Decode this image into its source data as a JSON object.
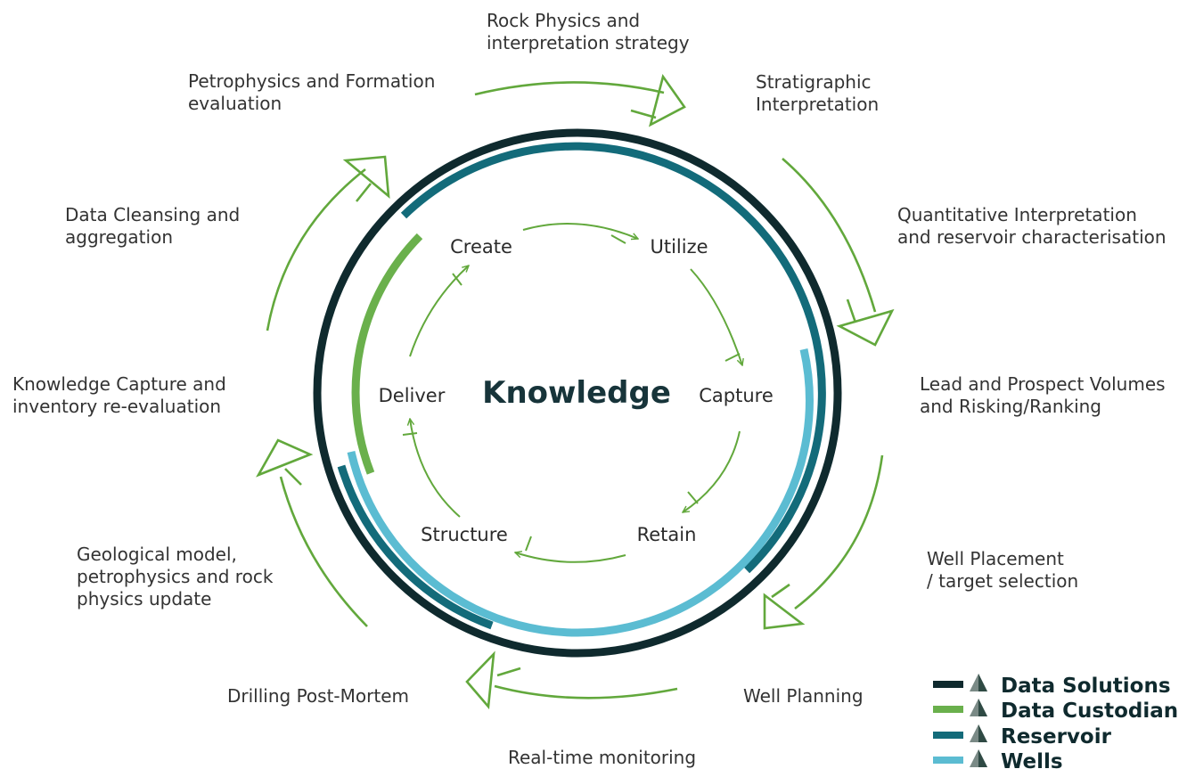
{
  "center_title": "Knowledge",
  "inner_cycle": [
    "Create",
    "Utilize",
    "Capture",
    "Retain",
    "Structure",
    "Deliver"
  ],
  "outer_stages": [
    {
      "id": "petrophysics",
      "lines": [
        "Petrophysics and Formation",
        "evaluation"
      ]
    },
    {
      "id": "rock-physics",
      "lines": [
        "Rock Physics and",
        "interpretation strategy"
      ]
    },
    {
      "id": "stratigraphic",
      "lines": [
        "Stratigraphic",
        "Interpretation"
      ]
    },
    {
      "id": "quantitative",
      "lines": [
        "Quantitative Interpretation",
        "and reservoir characterisation"
      ]
    },
    {
      "id": "lead-prospect",
      "lines": [
        "Lead and Prospect Volumes",
        "and Risking/Ranking"
      ]
    },
    {
      "id": "well-placement",
      "lines": [
        "Well Placement",
        "/ target selection"
      ]
    },
    {
      "id": "well-planning",
      "lines": [
        "Well Planning"
      ]
    },
    {
      "id": "realtime",
      "lines": [
        "Real-time monitoring"
      ]
    },
    {
      "id": "drilling",
      "lines": [
        "Drilling Post-Mortem"
      ]
    },
    {
      "id": "geological",
      "lines": [
        "Geological model,",
        "petrophysics and rock",
        "physics update"
      ]
    },
    {
      "id": "knowledge-capture",
      "lines": [
        "Knowledge Capture and",
        "inventory re-evaluation"
      ]
    },
    {
      "id": "data-cleansing",
      "lines": [
        "Data Cleansing and",
        "aggregation"
      ]
    }
  ],
  "legend": [
    {
      "label": "Data Solutions",
      "color": "#0f2a2e"
    },
    {
      "label": "Data Custodian",
      "color": "#6ab04c"
    },
    {
      "label": "Reservoir",
      "color": "#136b7a"
    },
    {
      "label": "Wells",
      "color": "#5bbcd2"
    }
  ],
  "colors": {
    "arrow_green": "#62a83c",
    "title": "#17343a",
    "text": "#333333"
  }
}
